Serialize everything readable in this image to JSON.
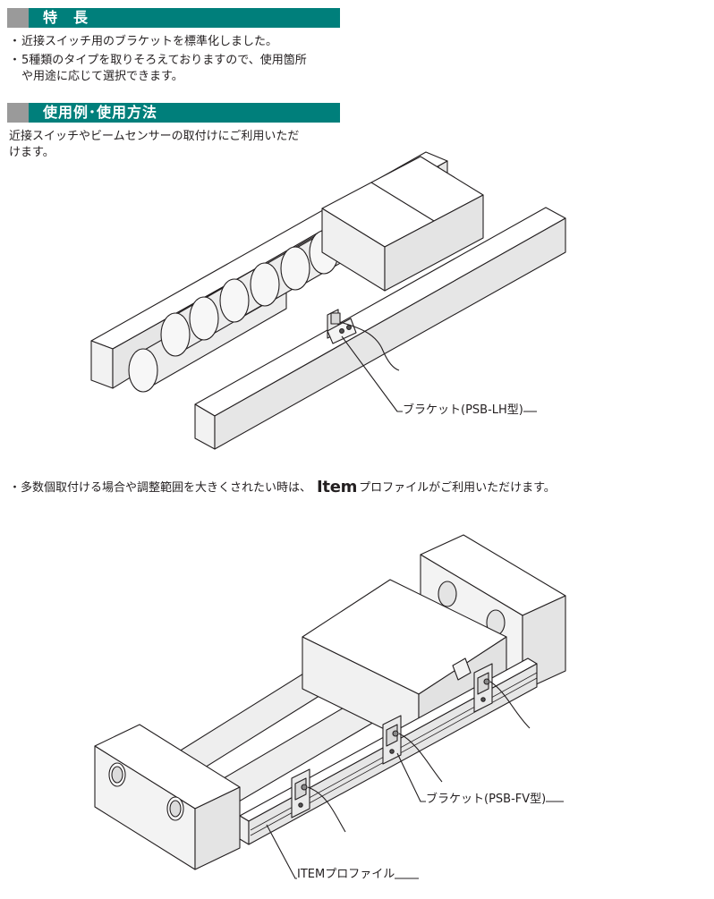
{
  "features": {
    "title": "特　長",
    "items": [
      "近接スイッチ用のブラケットを標準化しました。",
      "5種類のタイプを取りそろえておりますので、使用箇所",
      "や用途に応じて選択できます。"
    ]
  },
  "usage": {
    "title": "使用例･使用方法",
    "description_line1": "近接スイッチやビームセンサーの取付けにご利用いただ",
    "description_line2": "けます。",
    "callout_bracket_lh": "ブラケット(PSB-LH型)",
    "note_prefix": "多数個取付ける場合や調整範囲を大きくされたい時は、",
    "note_brand": "Item",
    "note_suffix": "プロファイルがご利用いただけます。",
    "callout_bracket_fv": "ブラケット(PSB-FV型)",
    "callout_item_profile": "ITEMプロファイル"
  },
  "bullet_char": "・"
}
